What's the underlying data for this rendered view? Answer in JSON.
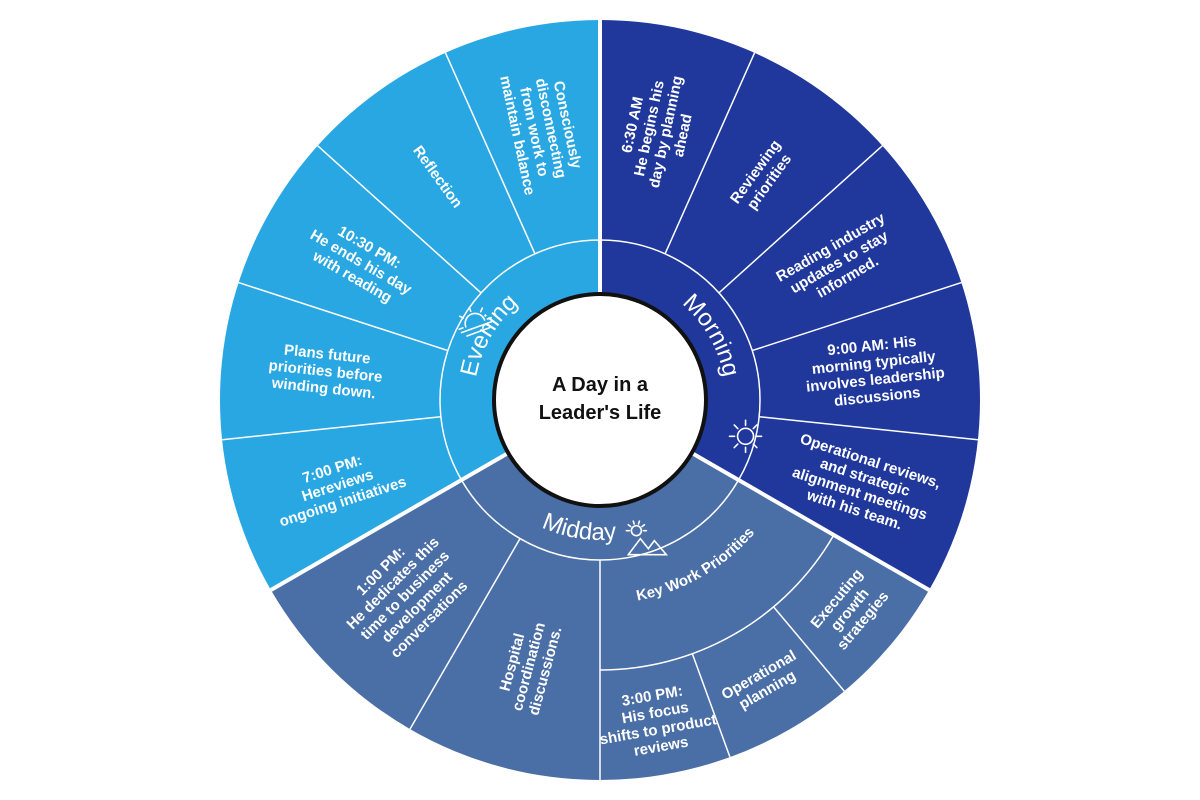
{
  "title_lines": [
    "A Day in a",
    "Leader's Life"
  ],
  "colors": {
    "morning": "#20389c",
    "midday": "#4a6ea6",
    "evening": "#29a7e2",
    "divider": "#ffffff",
    "center_fill": "#ffffff",
    "center_stroke": "#111111"
  },
  "sections": {
    "morning": {
      "label": "Morning",
      "icon": "sun-icon",
      "segments": [
        [
          "6:30 AM",
          "He begins his",
          "day by planning",
          "ahead"
        ],
        [
          "Reviewing",
          "priorities"
        ],
        [
          "Reading industry",
          "updates to stay",
          "informed."
        ],
        [
          "9:00 AM: His",
          "morning typically",
          "involves leadership",
          "discussions"
        ],
        [
          "Operational reviews,",
          "and strategic",
          "alignment meetings",
          "with his team."
        ]
      ]
    },
    "midday": {
      "label": "Midday",
      "icon": "mountain-sun-icon",
      "key_label": "Key Work Priorities",
      "key_segments": [
        [
          "Executing",
          "growth",
          "strategies"
        ],
        [
          "Operational",
          "planning"
        ],
        [
          "3:00 PM:",
          "His focus",
          "shifts to product",
          "reviews"
        ]
      ],
      "segments": [
        [
          "Hospital",
          "coordination",
          "discussions."
        ],
        [
          "1:00 PM:",
          "He dedicates this",
          "time to business",
          "development",
          "conversations"
        ]
      ]
    },
    "evening": {
      "label": "Evening",
      "icon": "sunset-icon",
      "segments": [
        [
          "7:00 PM:",
          "Hereviews",
          "ongoing initiatives"
        ],
        [
          "Plans future",
          "priorities before",
          "winding down."
        ],
        [
          "10:30 PM:",
          "He ends his day",
          "with reading"
        ],
        [
          "Reflection"
        ],
        [
          "Consciously",
          "disconnecting",
          "from work to",
          "maintain balance"
        ]
      ]
    }
  }
}
